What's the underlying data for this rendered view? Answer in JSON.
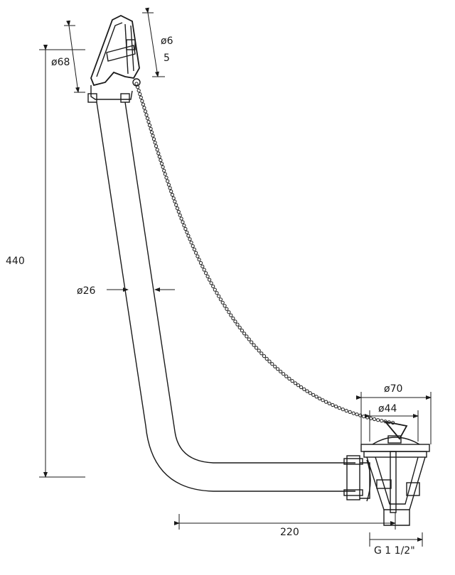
{
  "dimensions": {
    "overflow_diameter": "ø68",
    "chain_ring_diameter": "ø6",
    "chain_ring_count": "5",
    "total_height": "440",
    "pipe_diameter": "ø26",
    "waste_outer_diameter": "ø70",
    "waste_inner_diameter": "ø44",
    "horizontal_length": "220",
    "thread_size": "G 1 1/2\""
  }
}
